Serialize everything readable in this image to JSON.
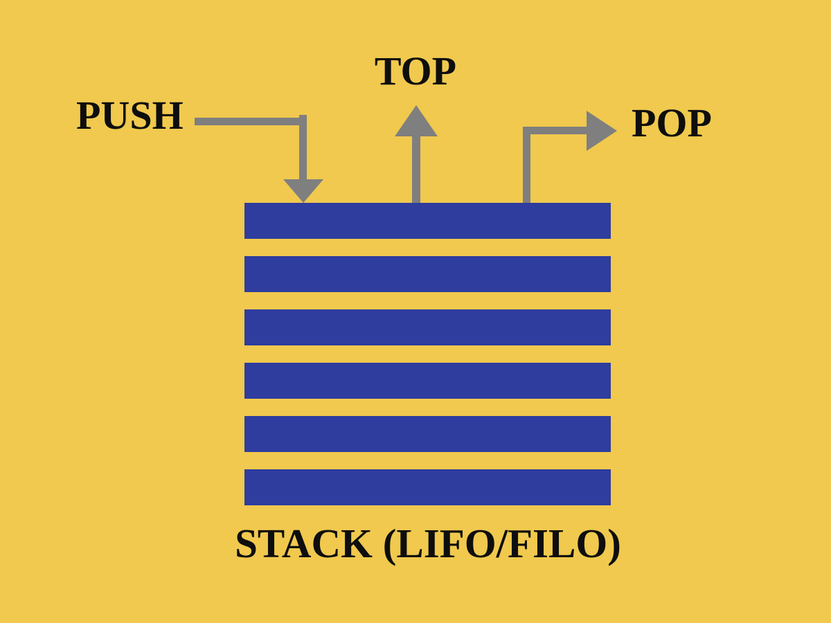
{
  "diagram": {
    "type": "stack-data-structure",
    "title": "STACK (LIFO/FILO)",
    "labels": {
      "top": "TOP",
      "push": "PUSH",
      "pop": "POP"
    },
    "stack": {
      "element_count": 6
    },
    "arrows": [
      {
        "name": "push-arrow",
        "direction": "right-then-down-into-stack-top"
      },
      {
        "name": "top-arrow",
        "direction": "up-out-of-stack-top"
      },
      {
        "name": "pop-arrow",
        "direction": "up-then-right-out-of-stack-top"
      }
    ]
  },
  "colors": {
    "bg": "#F0C94E",
    "bar": "#2E3D9E",
    "arrow": "#7F7F7F",
    "text": "#0E0E0E"
  }
}
